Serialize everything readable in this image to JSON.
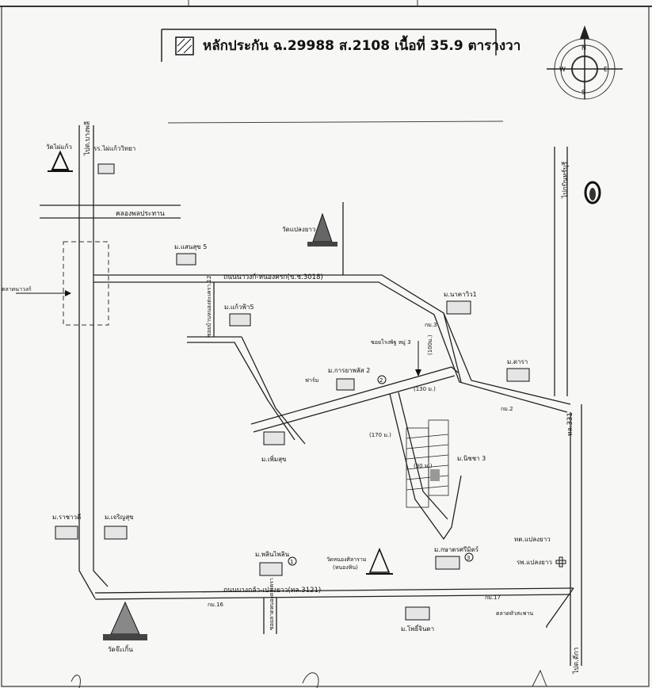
{
  "title": {
    "text": "หลักประกัน ฉ.29988 ส.2108 เนื้อที่ 35.9 ตารางวา"
  },
  "compass": {
    "n": "N",
    "s": "S",
    "e": "E",
    "w": "W"
  },
  "roads": {
    "main_road": "ถนนนาวงก์-หนองครก(ข.ช.3018)",
    "bottom_road": "ถนนบางกล้า-เปลงยาว(ทล.3121)",
    "left_road": "ไปต.บางพลี",
    "right_road": "ไปกบินทร์บุรี",
    "right_road_bottom": "ไปต.ตีกา",
    "canal": "คลองพลประทาน",
    "soi_left": "ซอยบ้านหนองตะเครา.12",
    "soi_bottom": "ซอยลาดหนองตะเครา",
    "soi_vertical": "(100ม.)",
    "hw331": "ทล.331",
    "pointer_label": "ซอยโรงพิฐ หมู่ 3",
    "pointer_left": "ตลาดนาวงก์",
    "dist_130": "(130 ม.)",
    "dist_170": "(170 ม.)",
    "dist_plot": "(30 ม.)"
  },
  "places": {
    "wat_top_left": "วัดไผ่แก้ว",
    "school": "รร.ไผ่แก้ววิทยา",
    "wat_plaeng_yao": "วัดแปลงยาว",
    "wat_nong_sila": "วัดหนองศิลาราม",
    "wat_nong_sila_sub": "(หนองหิน)",
    "wat_bottom_left": "วัดจ๊ะเกิ้น",
    "m_saensuk5": "ม.แสนสุข 5",
    "m_kaewfa5": "ม.แก้วฟ้า5",
    "m_nakha": "ม.นาคาวิว1",
    "m_karaphat2": "ม.การยาพลัส 2",
    "m_phimsuk": "ม.เพิ่มสุข",
    "m_dara": "ม.ดารา",
    "m_nitcha3": "ม.นิชชา 3",
    "m_rachawadee": "ม.ราชาวดี",
    "m_charoensuk": "ม.เจริญสุข",
    "m_phalinphailin": "ม.พลินไพลิน",
    "m_kasetsirimitr": "ม.กษาตรศรีมิตร์",
    "m_phrochana": "ม.โพธิ์จินดา",
    "tam_plaeng_yao": "ทต.แปลงยาว",
    "rp_plaeng_yao": "รพ.แปลงยาว",
    "fabric": "ฟาร์ม",
    "market_sub": "ตลาดหัวสะพาน"
  },
  "km": {
    "k3": "กม.3",
    "k2": "กม.2",
    "k17": "กม.17",
    "k16": "กม.16"
  },
  "markers": {
    "m1": "1",
    "m2": "2",
    "m3": "3"
  }
}
